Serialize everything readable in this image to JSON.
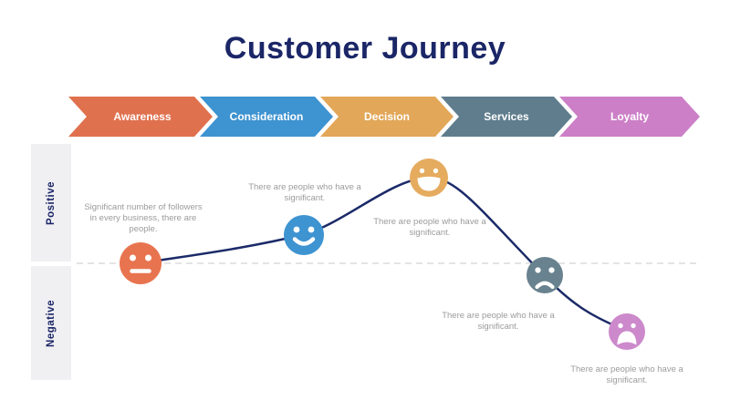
{
  "title": "Customer Journey",
  "colors": {
    "title_text": "#1B2667",
    "journey_line": "#1B2A68",
    "baseline_dash": "#DBDBDB",
    "caption_text": "#9B9B9B",
    "axis_label_text": "#1B2667",
    "axis_bar_background": "#F0F0F3",
    "stage_label_text": "#FFFFFF"
  },
  "stages": [
    {
      "label": "Awareness",
      "color": "#E0714E"
    },
    {
      "label": "Consideration",
      "color": "#3E93D1"
    },
    {
      "label": "Decision",
      "color": "#E2A758"
    },
    {
      "label": "Services",
      "color": "#5F7D8D"
    },
    {
      "label": "Loyalty",
      "color": "#CC7FC7"
    }
  ],
  "axis": {
    "positive": "Positive",
    "negative": "Negative"
  },
  "points": [
    {
      "stage": "Awareness",
      "mood": "neutral-face",
      "sentiment": "neutral",
      "color": "#E8744F",
      "caption": "Significant number of followers in every business, there are people."
    },
    {
      "stage": "Consideration",
      "mood": "smiling-face",
      "sentiment": "positive",
      "color": "#3E93D1",
      "caption": "There are people who have a significant."
    },
    {
      "stage": "Decision",
      "mood": "laughing-face",
      "sentiment": "very-positive",
      "color": "#E5AB5E",
      "caption": "There are people who have a significant."
    },
    {
      "stage": "Services",
      "mood": "frowning-face",
      "sentiment": "negative",
      "color": "#69828F",
      "caption": "There are people who have a significant."
    },
    {
      "stage": "Loyalty",
      "mood": "wailing-face",
      "sentiment": "very-negative",
      "color": "#CC89CB",
      "caption": "There are people who have a significant."
    }
  ]
}
